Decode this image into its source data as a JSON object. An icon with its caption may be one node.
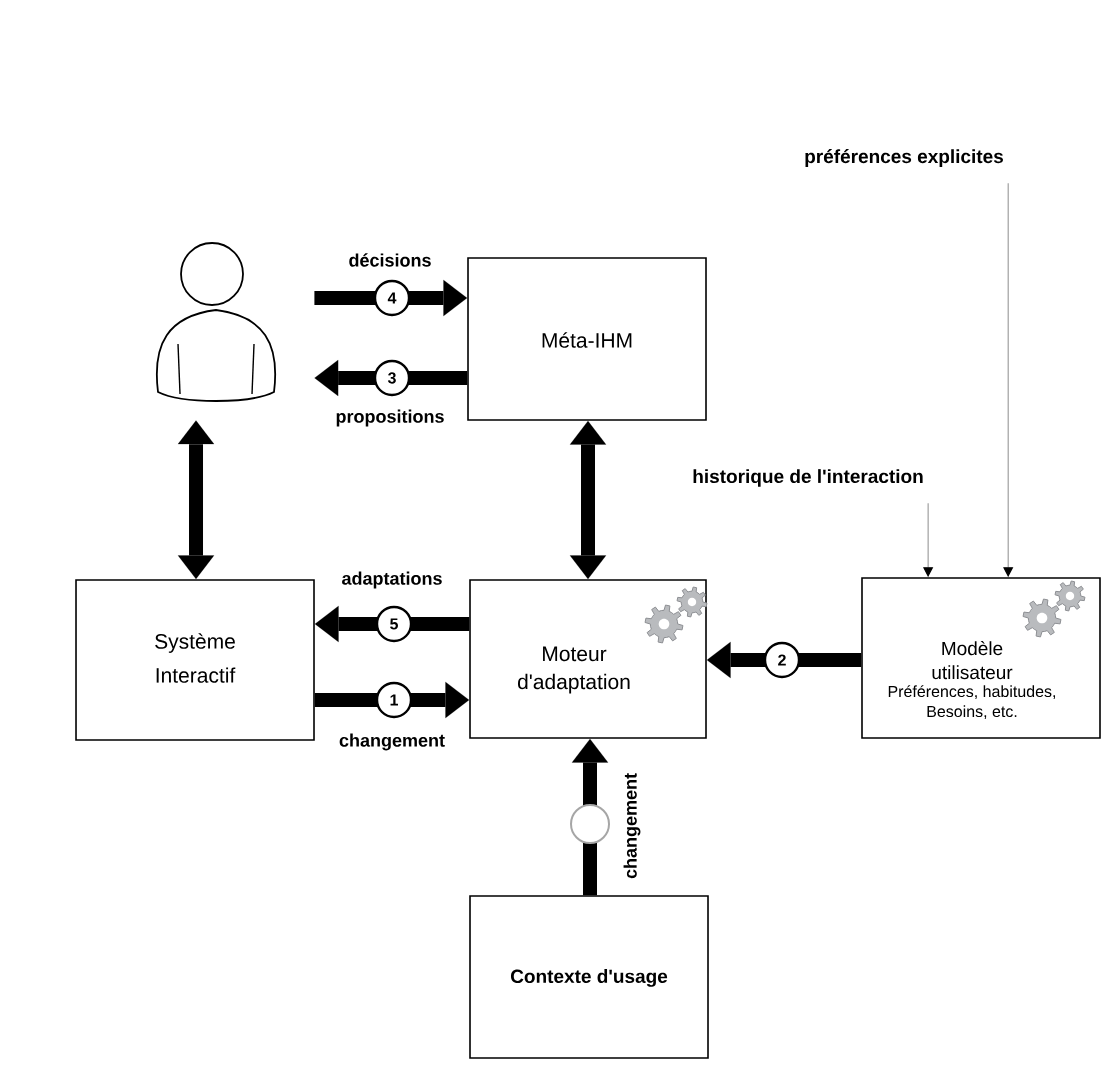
{
  "diagram": {
    "nodes": [
      {
        "text": [
          "préférences explicites"
        ]
      },
      {
        "text": [],
        "shape": "person"
      },
      {
        "text": [
          "Méta-IHM"
        ]
      },
      {
        "text": [
          "historique de l'interaction"
        ]
      },
      {
        "text": [
          "Système Interactif"
        ]
      },
      {
        "text": [
          "Moteur d'adaptation"
        ]
      },
      {
        "text": [
          "Modèle utilisateur",
          "Préférences, habitudes, Besoins, etc."
        ]
      },
      {
        "text": [
          "Contexte d'usage"
        ]
      }
    ],
    "edges": [
      {
        "from": 1,
        "to": 2,
        "arrow": "to",
        "label": "4"
      },
      {
        "from": 2,
        "to": 1,
        "arrow": "to",
        "label": "3"
      },
      {
        "from": 1,
        "to": 4,
        "arrow": "both"
      },
      {
        "from": 2,
        "to": 5,
        "arrow": "both"
      },
      {
        "from": 5,
        "to": 4,
        "arrow": "to",
        "label": "5"
      },
      {
        "from": 4,
        "to": 5,
        "arrow": "to",
        "label": "1"
      },
      {
        "from": 6,
        "to": 5,
        "arrow": "to",
        "label": "2"
      },
      {
        "from": 7,
        "to": 5,
        "arrow": "to",
        "label": "changement"
      },
      {
        "from": 3,
        "to": 6,
        "arrow": "to",
        "color": "#a0a0a0"
      },
      {
        "from": 0,
        "to": 6,
        "arrow": "to",
        "color": "#a0a0a0"
      }
    ],
    "labels": [
      "décisions",
      "propositions",
      "adaptations",
      "changement"
    ]
  }
}
